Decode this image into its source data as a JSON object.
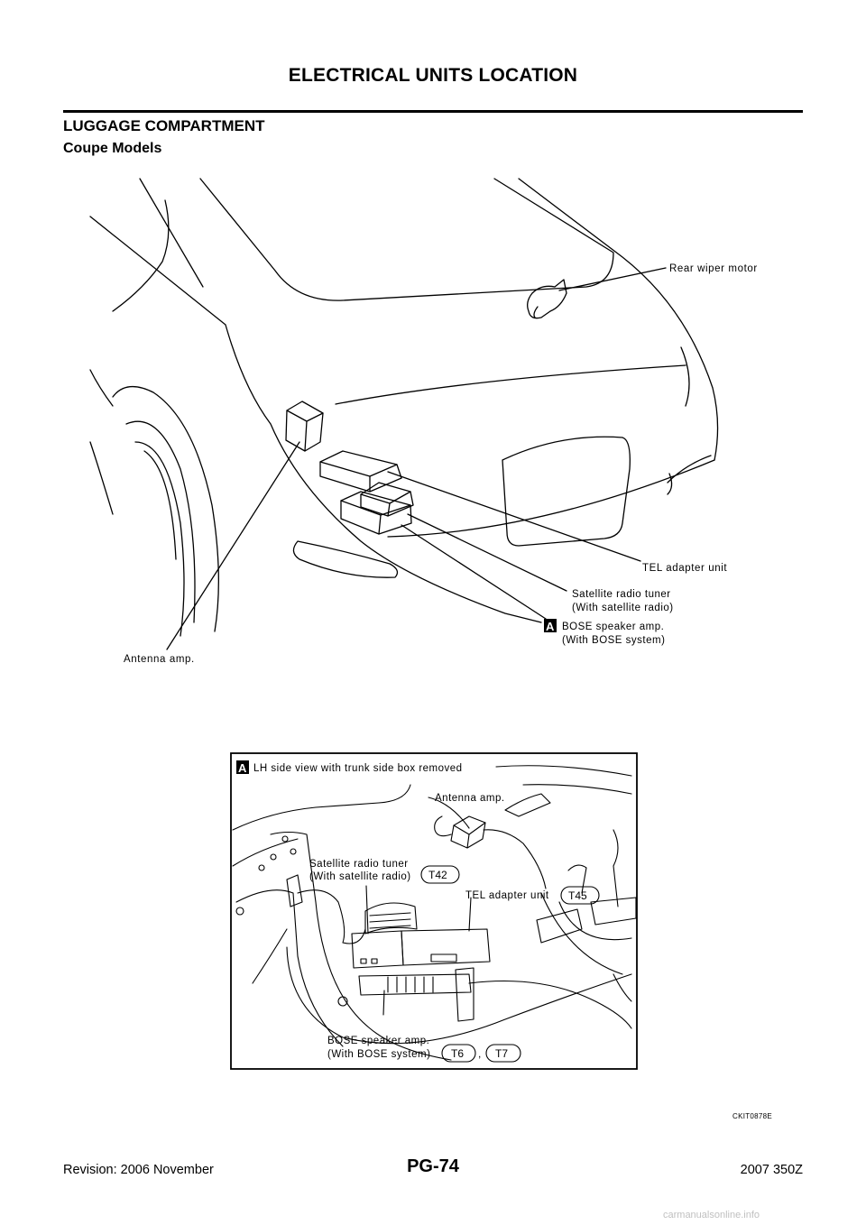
{
  "header": {
    "title": "ELECTRICAL UNITS LOCATION"
  },
  "section": {
    "title": "LUGGAGE COMPARTMENT",
    "subtitle": "Coupe Models"
  },
  "figure_top": {
    "labels": {
      "rear_wiper_motor": "Rear wiper motor",
      "tel_adapter_unit": "TEL adapter unit",
      "satellite_tuner_line1": "Satellite radio tuner",
      "satellite_tuner_line2": "(With satellite radio)",
      "bose_amp_line1": "BOSE speaker amp.",
      "bose_amp_line2": "(With BOSE system)",
      "antenna_amp": "Antenna amp.",
      "callout_marker": "A"
    }
  },
  "figure_detail": {
    "marker": "A",
    "caption": "LH side view with trunk side box removed",
    "labels": {
      "antenna_amp": "Antenna amp.",
      "satellite_tuner_line1": "Satellite radio tuner",
      "satellite_tuner_line2": "(With satellite radio)",
      "tel_adapter_unit": "TEL adapter unit",
      "bose_amp_line1": "BOSE speaker amp.",
      "bose_amp_line2": "(With BOSE system)",
      "separator": ","
    },
    "connectors": [
      "T42",
      "T45",
      "T6",
      "T7"
    ]
  },
  "figure_code": "CKIT0878E",
  "footer": {
    "revision": "Revision: 2006 November",
    "page": "PG-74",
    "model": "2007 350Z"
  },
  "watermark": "carmanualsonline.info"
}
